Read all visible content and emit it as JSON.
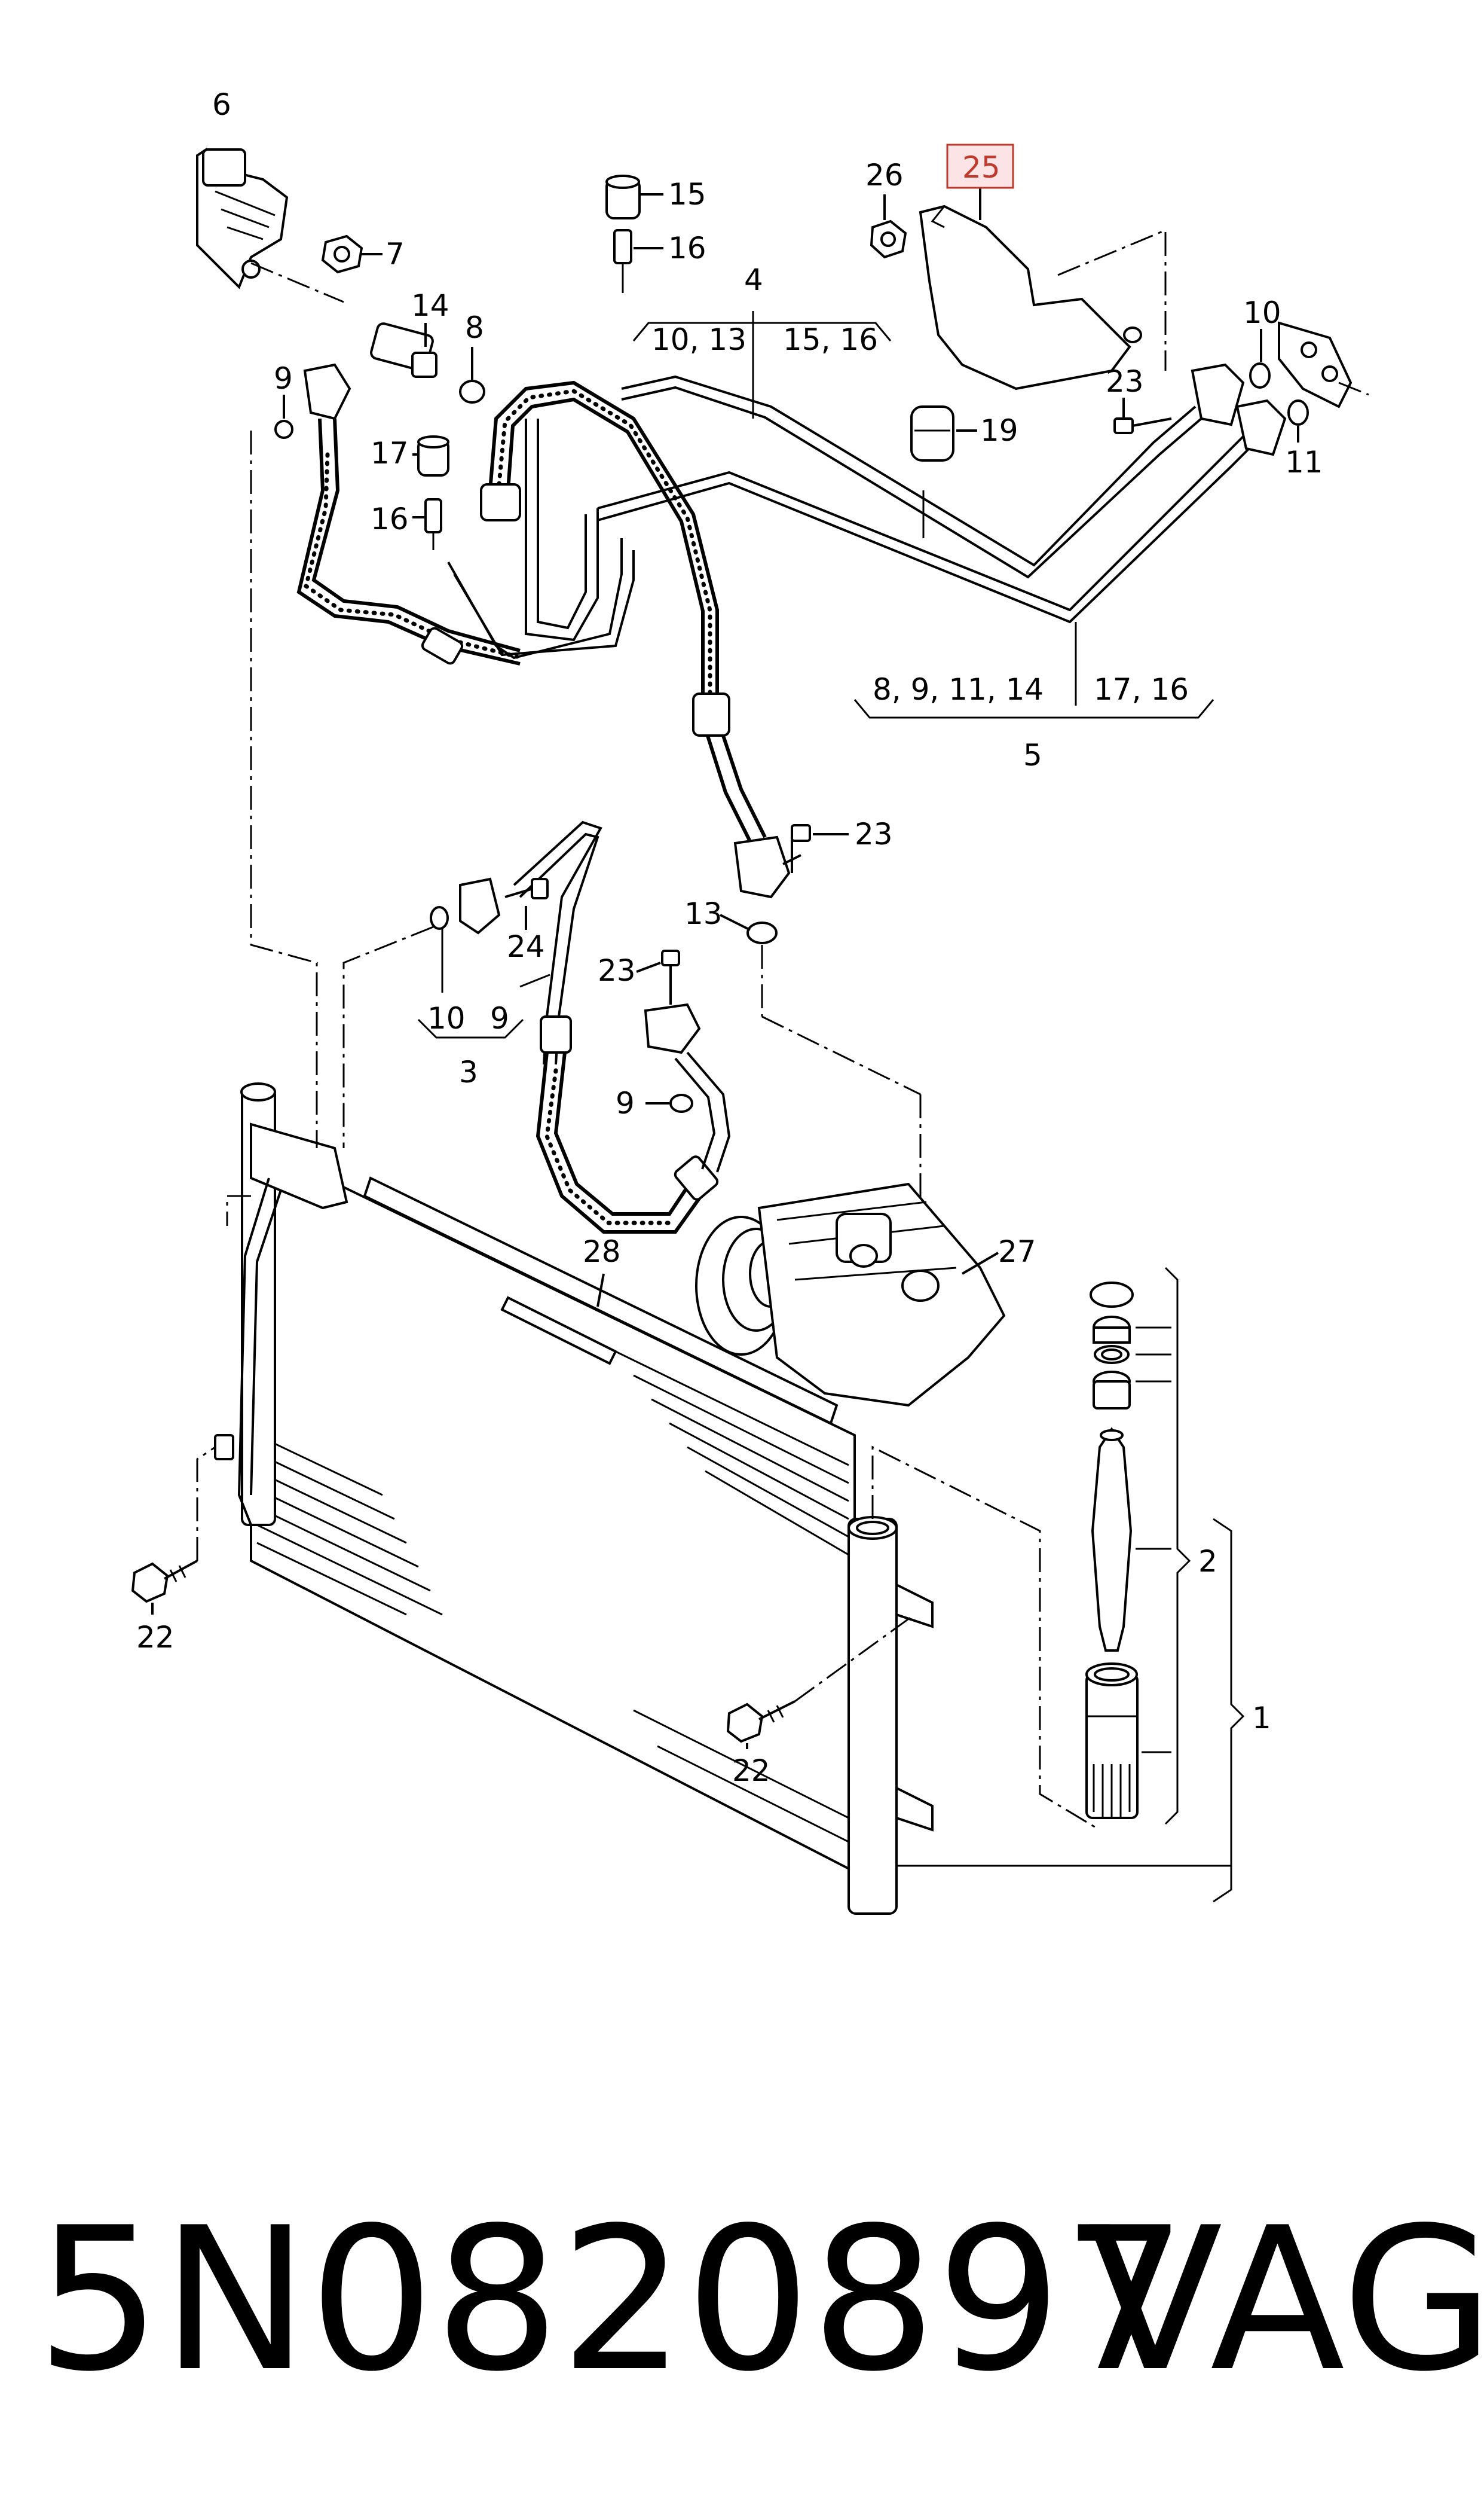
{
  "callouts": {
    "c1": "1",
    "c2": "2",
    "c3": "3",
    "c4": "4",
    "c5": "5",
    "c6": "6",
    "c7": "7",
    "c8": "8",
    "c9a": "9",
    "c9b": "9",
    "c9c": "9",
    "c10a": "10",
    "c10b": "10",
    "c11": "11",
    "c13": "13",
    "c14": "14",
    "c15": "15",
    "c16a": "16",
    "c16b": "16",
    "c17": "17",
    "c19": "19",
    "c22a": "22",
    "c22b": "22",
    "c23a": "23",
    "c23b": "23",
    "c23c": "23",
    "c24": "24",
    "c25": "25",
    "c26": "26",
    "c27": "27",
    "c28": "28"
  },
  "groups": {
    "g4_left": "10, 13",
    "g4_right": "15, 16",
    "g5_left": "8, 9, 11, 14",
    "g5_right": "17, 16",
    "g3_left": "10",
    "g3_right": "9"
  },
  "highlight_color": "#c0392b",
  "part_number": "5N0820897",
  "brand": "VAG"
}
